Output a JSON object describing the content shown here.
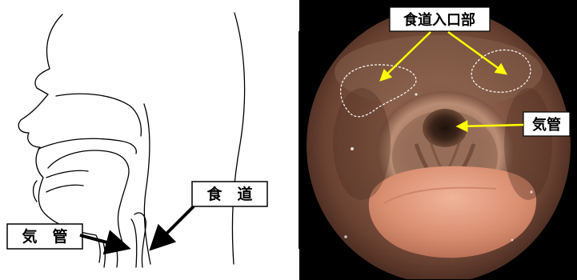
{
  "left_panel": {
    "labels": {
      "esophagus": "食　道",
      "trachea": "気　管"
    }
  },
  "right_panel": {
    "labels": {
      "esophageal_entrance": "食道入口部",
      "trachea": "気管"
    }
  },
  "colors": {
    "arrow_left": "#000000",
    "arrow_right": "#ffff00",
    "label_bg": "#ffffff",
    "photo_bg": "#000000"
  }
}
